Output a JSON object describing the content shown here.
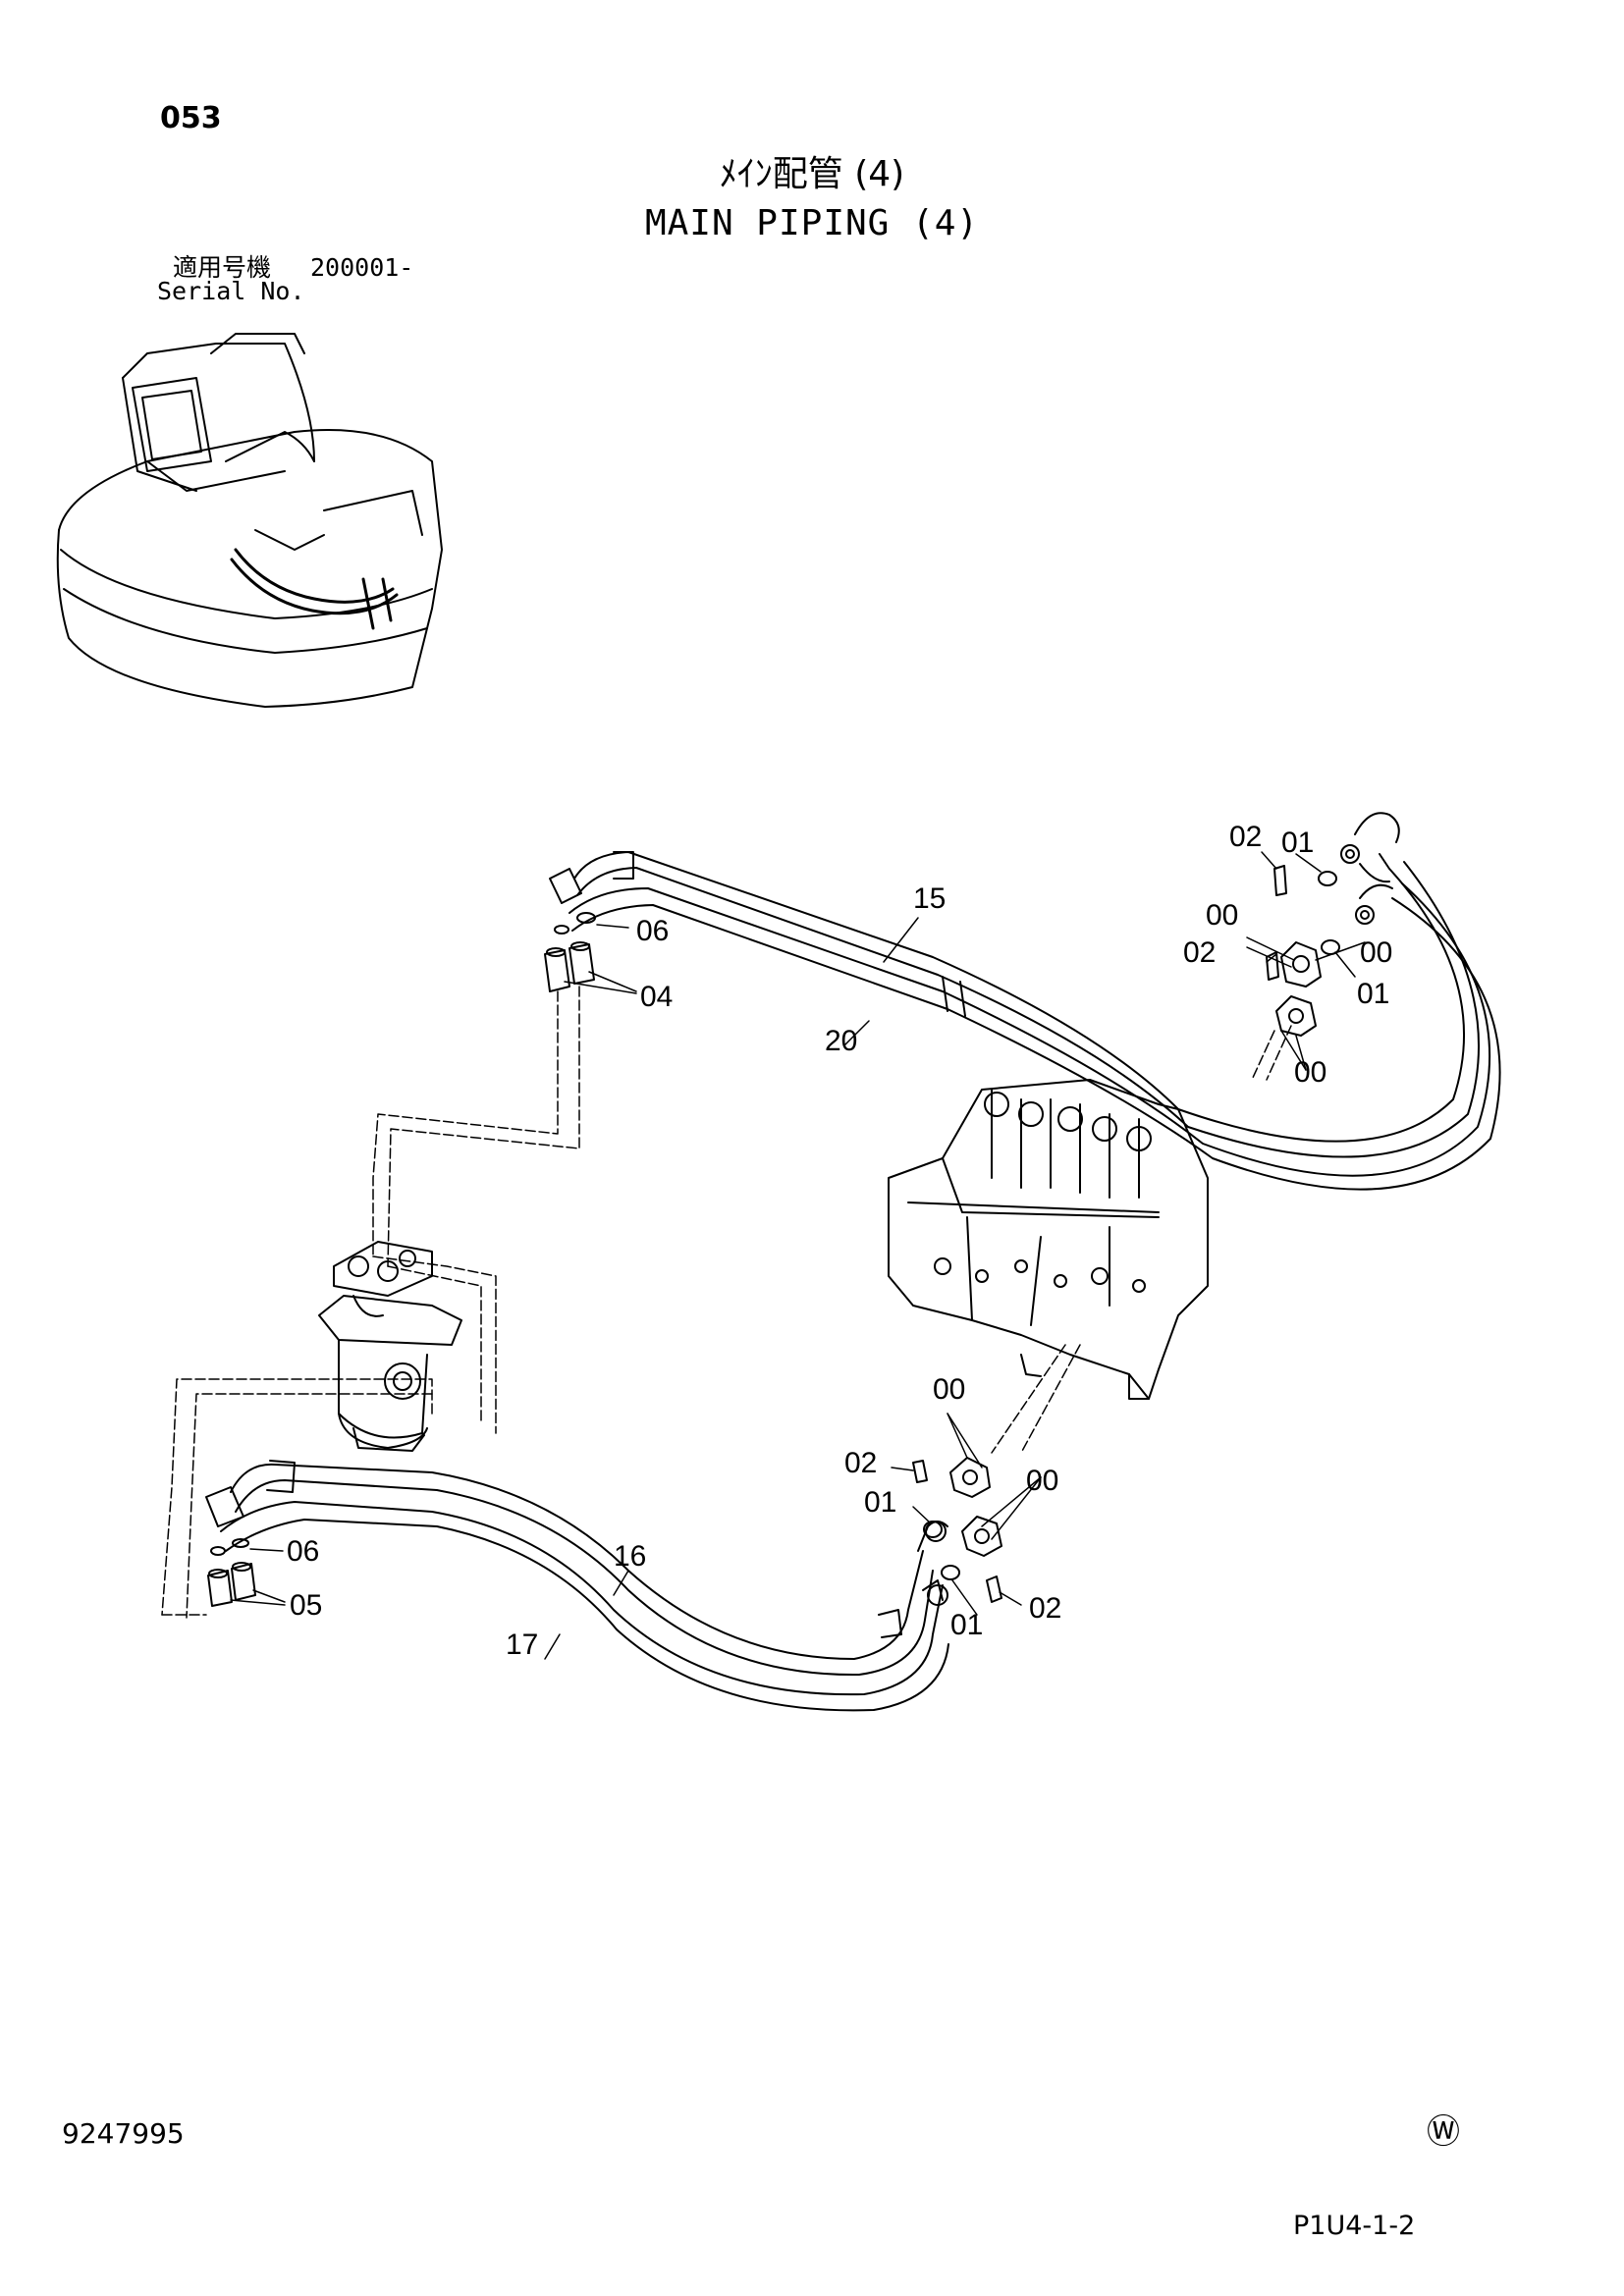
{
  "header": {
    "page_number": "053",
    "title_jp": "ﾒｲﾝ配管 (4)",
    "title_en": "MAIN PIPING (4)",
    "serial_label_jp": "適用号機",
    "serial_value": "200001-",
    "serial_label_en": "Serial No."
  },
  "callouts": {
    "c02_top": "02",
    "c01_top": "01",
    "c00_top": "00",
    "c00_right": "00",
    "c02_mid": "02",
    "c01_mid": "01",
    "c00_below": "00",
    "c15": "15",
    "c20": "20",
    "c06_top": "06",
    "c04": "04",
    "c00_bot1": "00",
    "c02_bot1": "02",
    "c01_bot1": "01",
    "c00_bot2": "00",
    "c01_bot2": "01",
    "c02_bot2": "02",
    "c16": "16",
    "c17": "17",
    "c06_bot": "06",
    "c05": "05"
  },
  "footer": {
    "doc_number": "9247995",
    "copyright_mark": "Ⓦ",
    "sheet_code": "P1U4-1-2"
  }
}
